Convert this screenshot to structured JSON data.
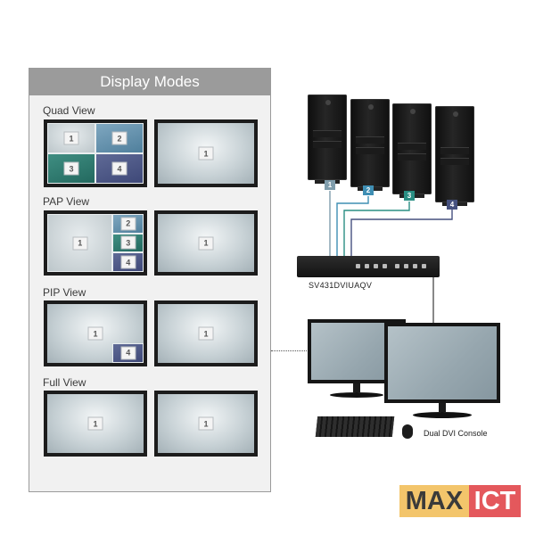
{
  "panel": {
    "title": "Display Modes",
    "modes": [
      {
        "label": "Quad View",
        "left": [
          "1",
          "2",
          "3",
          "4"
        ],
        "right": [
          "1"
        ]
      },
      {
        "label": "PAP View",
        "left": [
          "1",
          "2",
          "3",
          "4"
        ],
        "right": [
          "1"
        ]
      },
      {
        "label": "PIP View",
        "left": [
          "1",
          "4"
        ],
        "right": [
          "1"
        ]
      },
      {
        "label": "Full View",
        "left": [
          "1"
        ],
        "right": [
          "1"
        ]
      }
    ]
  },
  "computers": [
    {
      "port": "1",
      "color": "#7f9dac"
    },
    {
      "port": "2",
      "color": "#3f8fb4"
    },
    {
      "port": "3",
      "color": "#2a8f84"
    },
    {
      "port": "4",
      "color": "#46517f"
    }
  ],
  "switch": {
    "model": "SV431DVIUAQV"
  },
  "console": {
    "label": "Dual DVI Console"
  },
  "logo": {
    "part1": "MAX",
    "part2": "ICT",
    "color1": "#f3c56b",
    "color2": "#e4585c"
  }
}
